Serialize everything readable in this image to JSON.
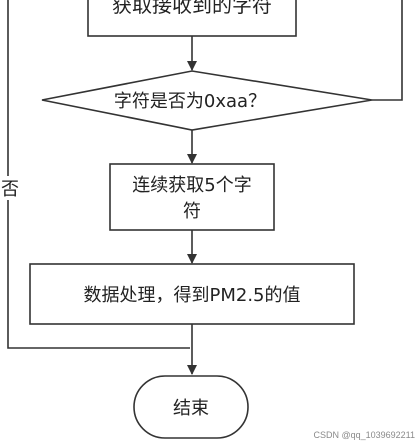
{
  "diagram": {
    "nodes": {
      "top_box": {
        "label": "获取接收到的字符"
      },
      "decision": {
        "label": "字符是否为0xaa？"
      },
      "read_five": {
        "line1": "连续获取5个字",
        "line2": "符"
      },
      "process": {
        "label": "数据处理，得到PM2.5的值"
      },
      "end": {
        "label": "结束"
      }
    },
    "edge_labels": {
      "no": "否"
    }
  },
  "watermark": "CSDN @qq_1039692211"
}
